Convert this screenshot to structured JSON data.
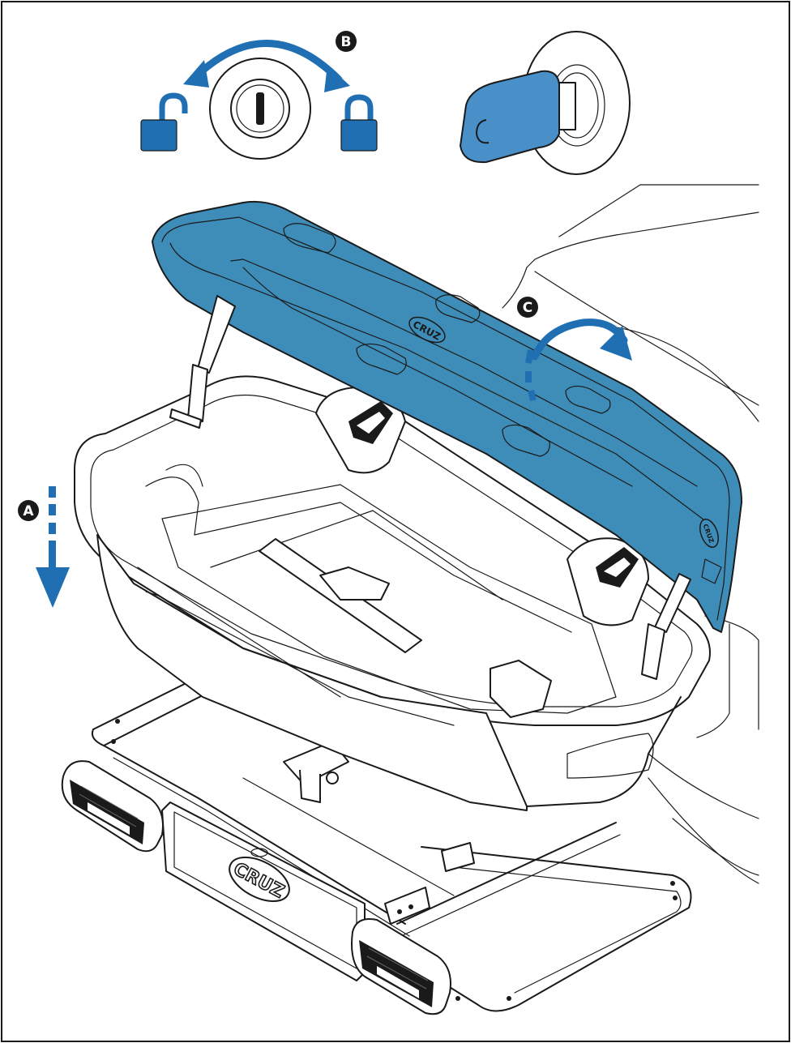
{
  "labels": {
    "a": "A",
    "b": "B",
    "c": "C"
  },
  "brand": {
    "lid_logo": "CRUZ",
    "plate_logo": "CRUZ",
    "side_logo": "CRUZ"
  },
  "colors": {
    "accent_blue": "#1f6fb2",
    "lid_blue": "#3e8db8",
    "key_blue": "#4a90c8",
    "line": "#1a1a1a",
    "background": "#ffffff"
  },
  "icons": {
    "unlocked": "padlock-open-icon",
    "locked": "padlock-closed-icon",
    "rotate": "curved-double-arrow-icon",
    "push_down": "dashed-down-arrow-icon",
    "lid_open": "curved-arrow-icon"
  }
}
